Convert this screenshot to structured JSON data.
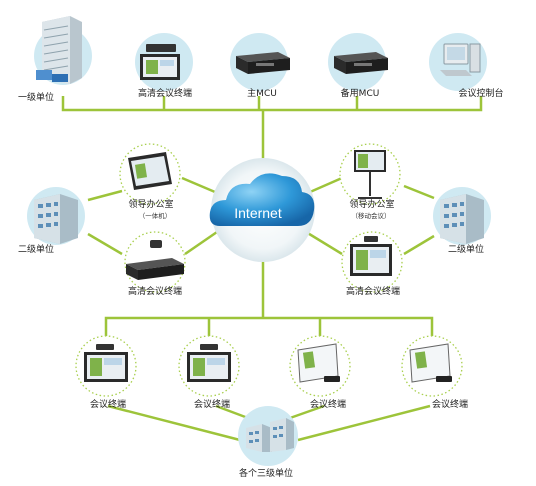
{
  "top": {
    "level1_label": "一级单位",
    "hd_terminal_label": "高清会议终端",
    "main_mcu_label": "主MCU",
    "backup_mcu_label": "备用MCU",
    "control_label": "会议控制台"
  },
  "cloud": {
    "label": "Internet"
  },
  "middle": {
    "leader_office_left_label": "领导办公室",
    "leader_office_left_sub": "（一体机）",
    "leader_office_right_label": "领导办公室",
    "leader_office_right_sub": "（移动会议）",
    "level2_left_label": "二级单位",
    "level2_right_label": "二级单位",
    "hd_terminal_left_label": "高清会议终端",
    "hd_terminal_right_label": "高清会议终端"
  },
  "bottom": {
    "terminal_labels": [
      "会议终端",
      "会议终端",
      "会议终端",
      "会议终端"
    ],
    "level3_label": "各个三级单位"
  },
  "colors": {
    "line": "#9dc43a",
    "circle": "#cfe9f2",
    "dot_ring": "#a8cf4d",
    "cloud": "#2e98d8"
  }
}
